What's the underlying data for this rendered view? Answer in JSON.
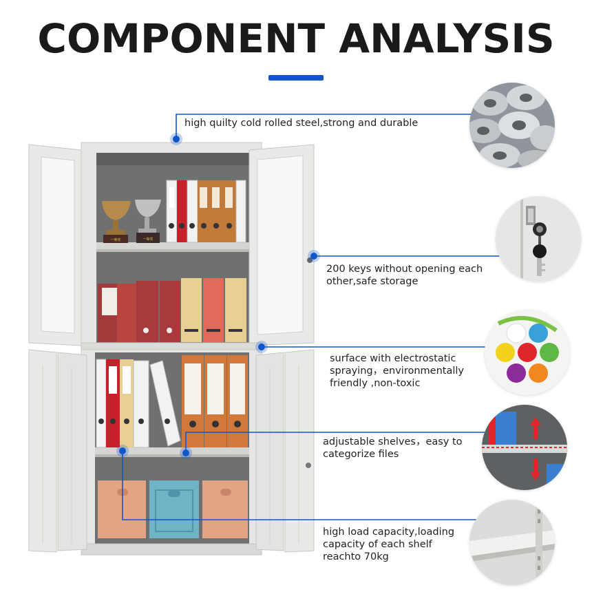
{
  "header": {
    "title": "COMPONENT ANALYSIS"
  },
  "colors": {
    "accent": "#1155cc",
    "cabinet": "#e3e3e1",
    "text": "#222222"
  },
  "features": [
    {
      "text": "high quilty cold rolled steel,strong and durable",
      "icon": "steel-coils"
    },
    {
      "text": "200 keys without opening each\nother,safe storage",
      "icon": "lock-and-key"
    },
    {
      "text": "surface with electrostatic\nspraying，environmentally\n friendly ,non-toxic",
      "icon": "color-powders"
    },
    {
      "text": "adjustable shelves，easy to\ncategorize files",
      "icon": "adjustable-shelf"
    },
    {
      "text": "high load capacity,loading\ncapacity of each shelf\nreachto 70kg",
      "icon": "shelf-support"
    }
  ],
  "labels": {
    "trophy_plate": "一等奖"
  }
}
